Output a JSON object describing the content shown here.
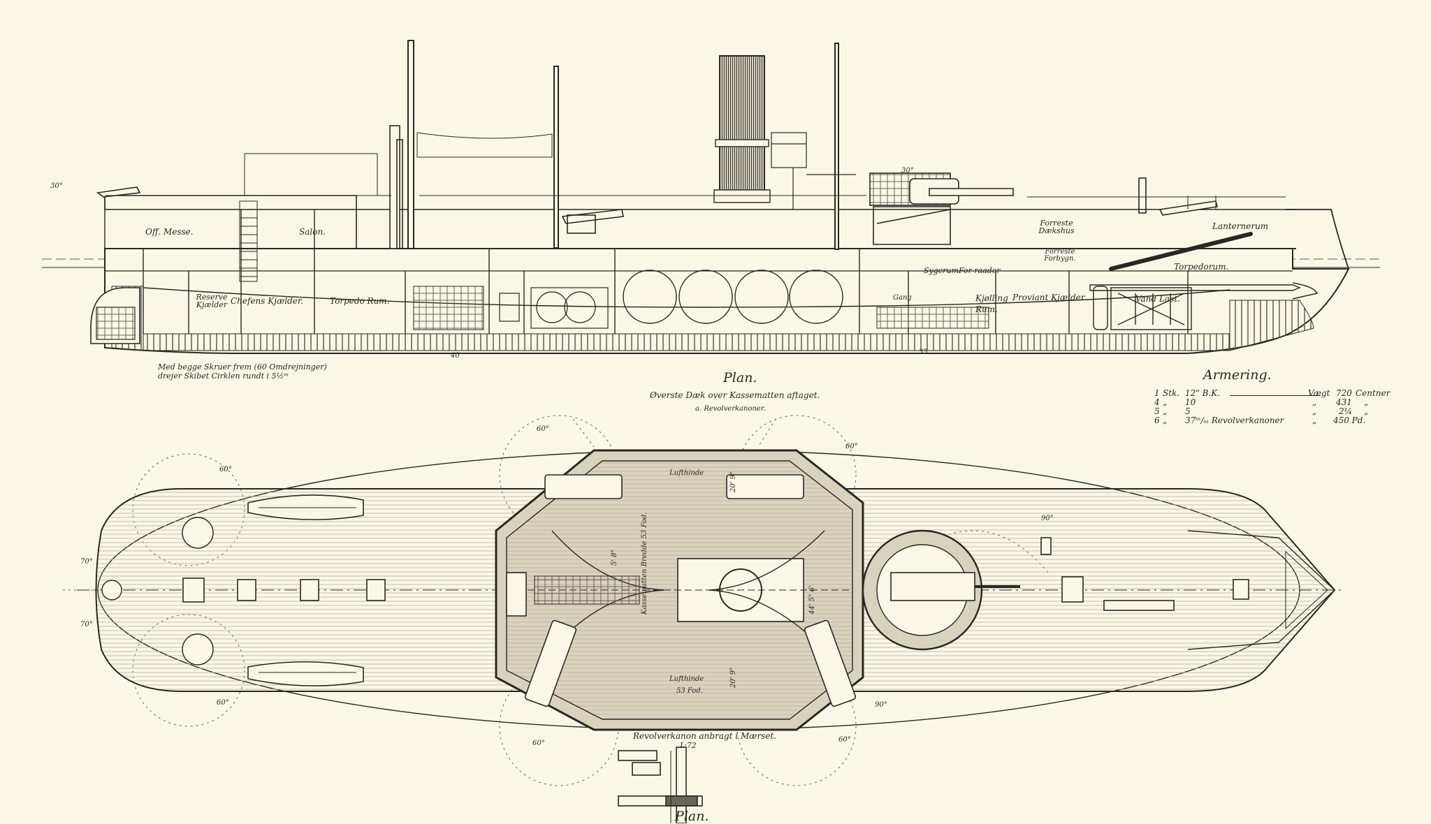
{
  "colors": {
    "paper": "#fbf7e6",
    "ink": "#2a2622",
    "hatch": "#6a645a",
    "deck": "#cfc8b4",
    "stack": "#4a4540"
  },
  "profile": {
    "labels": {
      "off_messe": "Off. Messe.",
      "salon": "Salon.",
      "reserve_kjaelder": "Reserve Kjælder",
      "chefens_kjaelder": "Chefens Kjælder.",
      "torpedo_rum": "Torpedo Rum.",
      "gang": "Gang",
      "kjaelling_rum": "Kjølling Rum.",
      "proviant_kjaelder": "Proviant Kjælder",
      "vand_last": "Vand Last.",
      "forreste_dækshus": "Forreste Dækshus",
      "forreste_forbygn": "Forreste Forbygn.",
      "lanternerum": "Lanternerum",
      "torpedorum": "Torpedorum.",
      "sygerum": "Sygerum",
      "forraader": "For raader",
      "frame_40": "40",
      "frame_35": "35"
    },
    "note_line1": "Med begge Skruer frem (60 Omdrejninger)",
    "note_line2": "drejer Skibet Cirklen rundt i 5½ᵐ"
  },
  "plan": {
    "title": "Plan.",
    "subtitle": "Øverste Dæk over Kassematten aftaget.",
    "revolver_note": "a. Revolverkanoner.",
    "labels": {
      "lufthinde_top": "Lufthinde",
      "lufthinde_bottom": "Lufthinde",
      "casemate_side": "Kassematten Bredde 53 Fod.",
      "dim_top": "20' 9\"",
      "dim_bottom": "20' 9\"",
      "fod_53": "53 Fod.",
      "dim_mid": "44' 5\" 6'",
      "dim_left": "5' 8\""
    },
    "angles": [
      "60°",
      "60°",
      "60°",
      "60°",
      "60°",
      "60°",
      "70°",
      "70°",
      "90°",
      "90°",
      "30°",
      "30°"
    ]
  },
  "armering": {
    "title": "Armering.",
    "rows": [
      {
        "no": "1",
        "qty": "Stk.",
        "cal": "12\" B.K.",
        "label": "Vægt",
        "weight": "720",
        "unit": "Centner"
      },
      {
        "no": "4",
        "qty": "„",
        "cal": "10",
        "label": "„",
        "weight": "431",
        "unit": "„"
      },
      {
        "no": "5",
        "qty": "„",
        "cal": "5",
        "label": "„",
        "weight": "2¼",
        "unit": "„"
      },
      {
        "no": "6",
        "qty": "„",
        "cal": "37ᵐ/ₘ Revolverkanoner",
        "label": "„",
        "weight": "450 Pd.",
        "unit": ""
      }
    ]
  },
  "mast_detail": {
    "caption": "Revolverkanon anbragt i Mærset.",
    "scale": "1:72",
    "title": "Plan."
  }
}
